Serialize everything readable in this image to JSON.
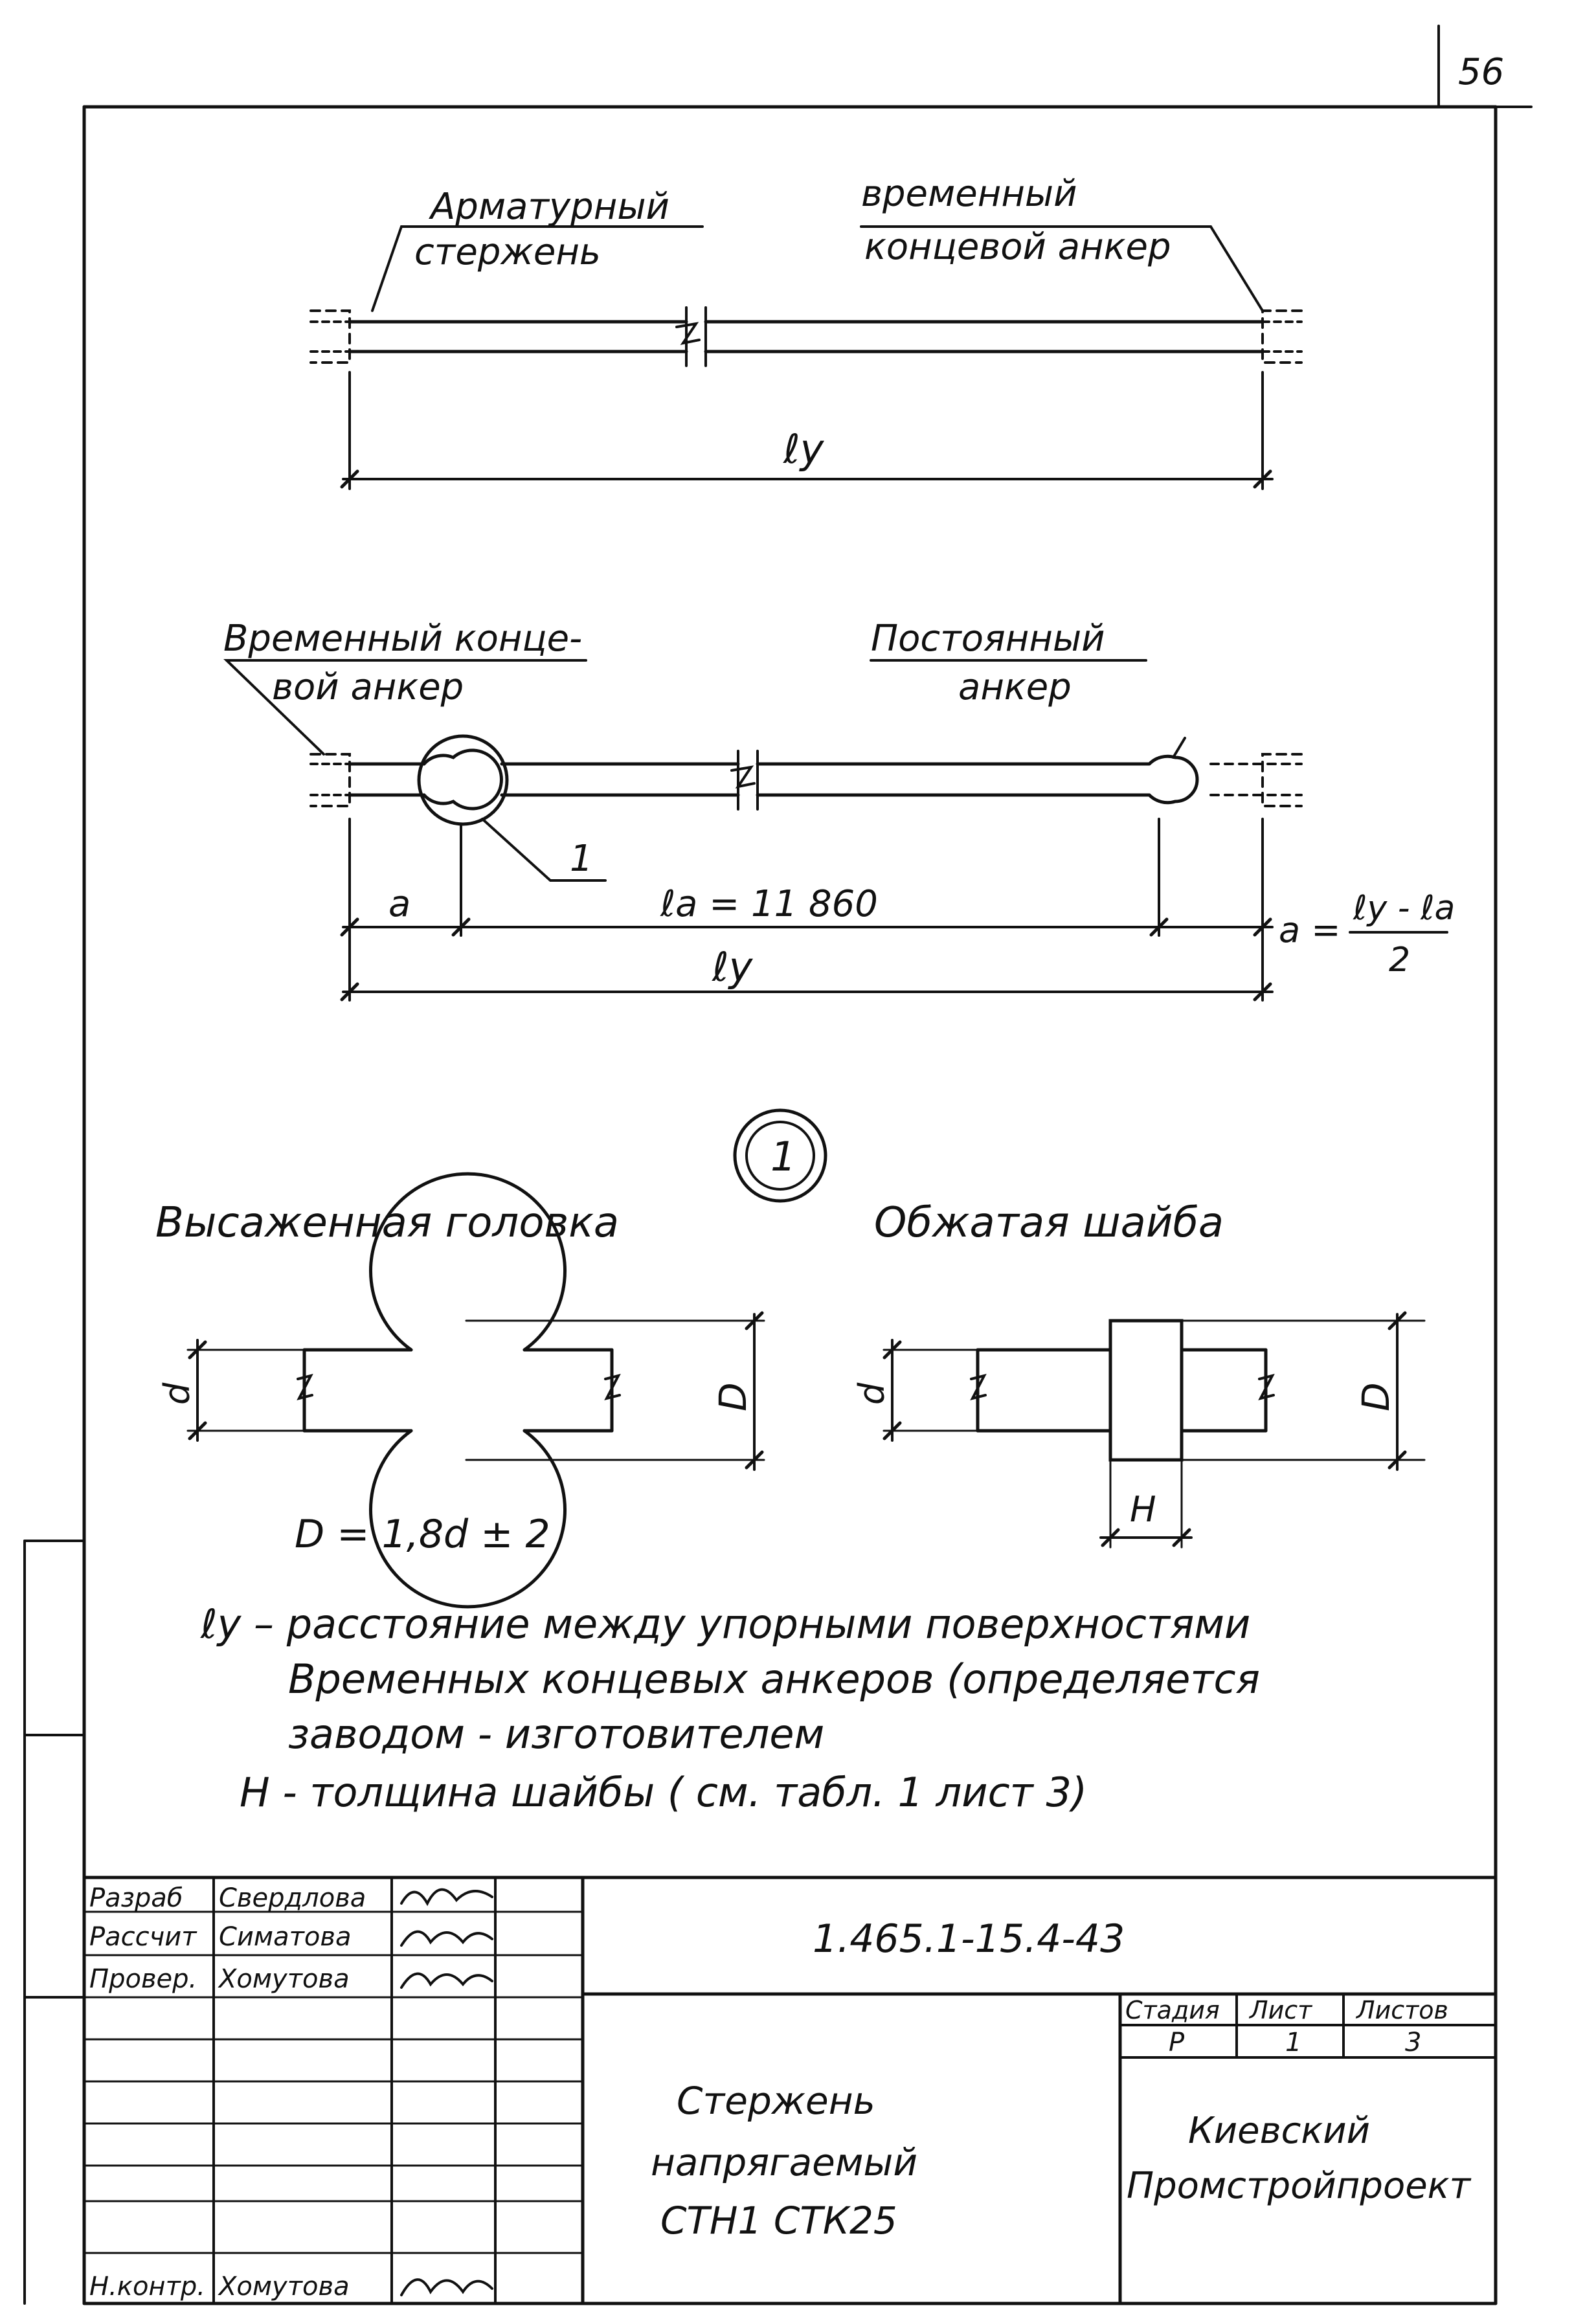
{
  "page_number": "56",
  "figure1": {
    "label_bar": [
      "Арматурный",
      "стержень"
    ],
    "label_anchor": [
      "временный",
      "концевой анкер"
    ],
    "dim_ly": "ℓу"
  },
  "figure2": {
    "label_temp_anchor": [
      "Временный конце-",
      "вой анкер"
    ],
    "label_perm_anchor": [
      "Постоянный",
      "анкер"
    ],
    "callout": "1",
    "dim_a": "a",
    "dim_la": "ℓa = 11 860",
    "dim_ly": "ℓу",
    "formula_lhs": "a =",
    "formula_num": "ℓу - ℓa",
    "formula_den": "2"
  },
  "detail": {
    "marker": "1",
    "upset_title": "Высаженная головка",
    "washer_title": "Обжатая шайба",
    "dim_d": "d",
    "dim_D": "D",
    "dim_H": "H",
    "formula": "D = 1,8d ± 2"
  },
  "notes": [
    "ℓу – расстояние между упорными поверхностями",
    "Временных концевых анкеров (определяется",
    "заводом - изготовителем",
    "Н - толщина шайбы  ( см. табл. 1 лист 3)"
  ],
  "title_block": {
    "roles": [
      "Разраб",
      "Рассчит",
      "Провер.",
      "",
      "",
      "",
      "Н.контр."
    ],
    "names": [
      "Свердлова",
      "Симатова",
      "Хомутова",
      "",
      "",
      "",
      "Хомутова"
    ],
    "doc_code": "1.465.1-15.4-43",
    "title": [
      "Стержень",
      "напрягаемый",
      "СТН1  СТК25"
    ],
    "headers": {
      "stage": "Стадия",
      "sheet": "Лист",
      "sheets": "Листов"
    },
    "values": {
      "stage": "Р",
      "sheet": "1",
      "sheets": "3"
    },
    "org": [
      "Киевский",
      "Промстройпроект"
    ]
  }
}
